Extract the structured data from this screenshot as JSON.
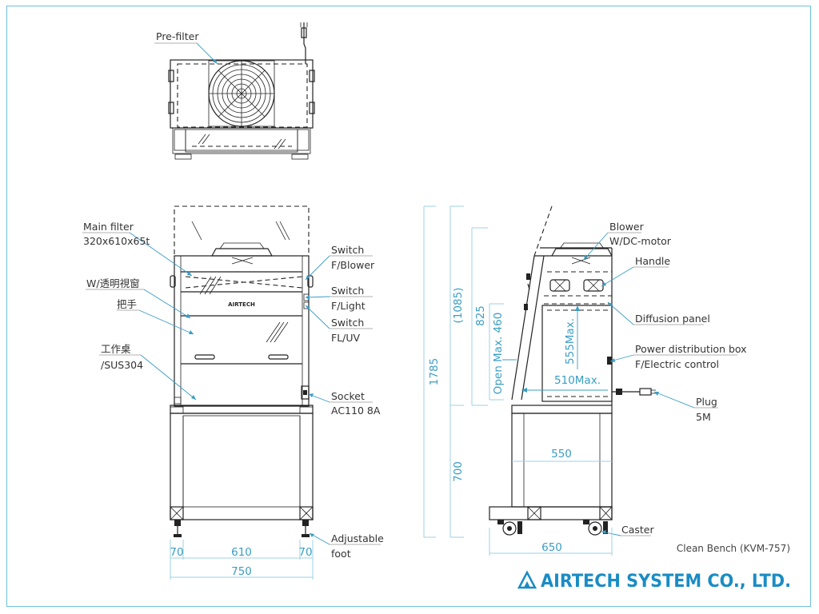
{
  "labels": {
    "prefilter": "Pre-filter",
    "main_filter_1": "Main filter",
    "main_filter_2": "320x610x65t",
    "window": "W/透明視窗",
    "handle_cn": "把手",
    "desk_1": "工作桌",
    "desk_2": "/SUS304",
    "sw_blower_1": "Switch",
    "sw_blower_2": "F/Blower",
    "sw_light_1": "Switch",
    "sw_light_2": "F/Light",
    "sw_uv_1": "Switch",
    "sw_uv_2": "FL/UV",
    "socket_1": "Socket",
    "socket_2": "AC110 8A",
    "foot_1": "Adjustable",
    "foot_2": "foot",
    "blower_1": "Blower",
    "blower_2": "W/DC-motor",
    "handle_en": "Handle",
    "diffusion": "Diffusion panel",
    "power_1": "Power distribution box",
    "power_2": "F/Electric control",
    "plug_1": "Plug",
    "plug_2": "5M",
    "caster": "Caster",
    "logo_word": "AIRTECH"
  },
  "dimensions": {
    "front_left": "70",
    "front_mid": "610",
    "front_right": "70",
    "front_total": "750",
    "height_total": "1785",
    "height_upper": "(1085)",
    "height_cabinet": "825",
    "height_base": "700",
    "open_max": "Open Max. 460",
    "inner_height": "555Max.",
    "inner_depth": "510Max.",
    "base_depth": "550",
    "caster_depth": "650"
  },
  "title_block": {
    "product": "Clean Bench (KVM-757)",
    "company": "AIRTECH SYSTEM CO., LTD."
  },
  "colors": {
    "accent": "#3a9dc4",
    "line": "#222222",
    "frame": "#6cc0dd",
    "company": "#1a8cc4"
  }
}
